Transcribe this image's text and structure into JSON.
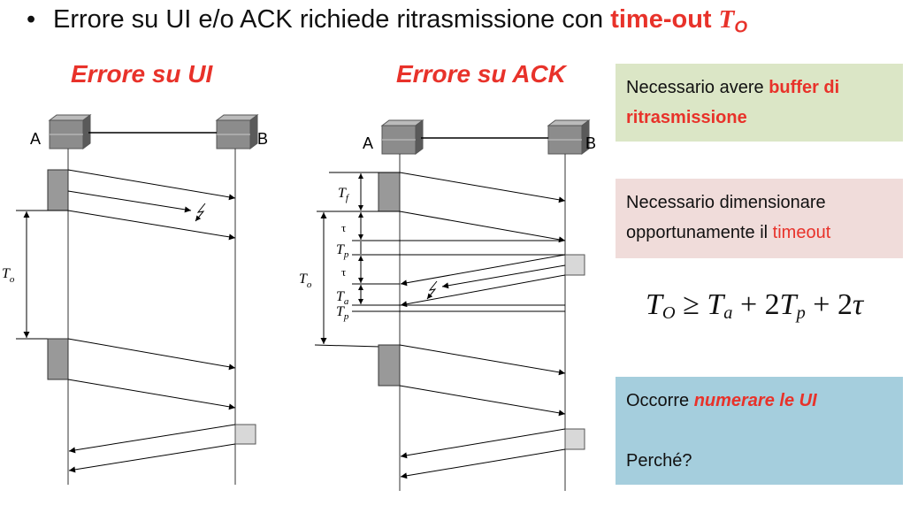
{
  "header": {
    "bullet": "•",
    "text": "Errore su UI e/o ACK richiede ritrasmissione con ",
    "emph": "time-out ",
    "t_symbol": "T",
    "t_sub": "O"
  },
  "left_diagram": {
    "title": "Errore su UI",
    "node_a": "A",
    "node_b": "B",
    "to_label": "T",
    "to_sub": "o"
  },
  "right_diagram": {
    "title": "Errore su ACK",
    "node_a": "A",
    "node_b": "B",
    "to_label": "T",
    "to_sub": "o",
    "tf_label": "T",
    "tf_sub": "f",
    "tau1": "τ",
    "tp1_label": "T",
    "tp1_sub": "p",
    "tau2": "τ",
    "ta_label": "T",
    "ta_sub": "a",
    "tp2_label": "T",
    "tp2_sub": "p"
  },
  "notes": {
    "buffer_pre": "Necessario avere ",
    "buffer_emph": "buffer di ritrasmissione",
    "timeout_pre": "Necessario dimensionare opportunamente il ",
    "timeout_emph": "timeout",
    "numerare_pre": "Occorre ",
    "numerare_emph": "numerare le UI",
    "perche": "Perché?"
  },
  "formula": {
    "lhs": "T",
    "lhs_sub": "O",
    "op": " ≥ ",
    "t1": "T",
    "t1_sub": "a",
    "plus1": " + 2",
    "t2": "T",
    "t2_sub": "p",
    "plus2": " + 2",
    "tau": "τ"
  },
  "colors": {
    "accent_red": "#e8322a",
    "green_box": "#dbe6c6",
    "pink_box": "#f0dcda",
    "blue_box": "#a5cedd"
  }
}
